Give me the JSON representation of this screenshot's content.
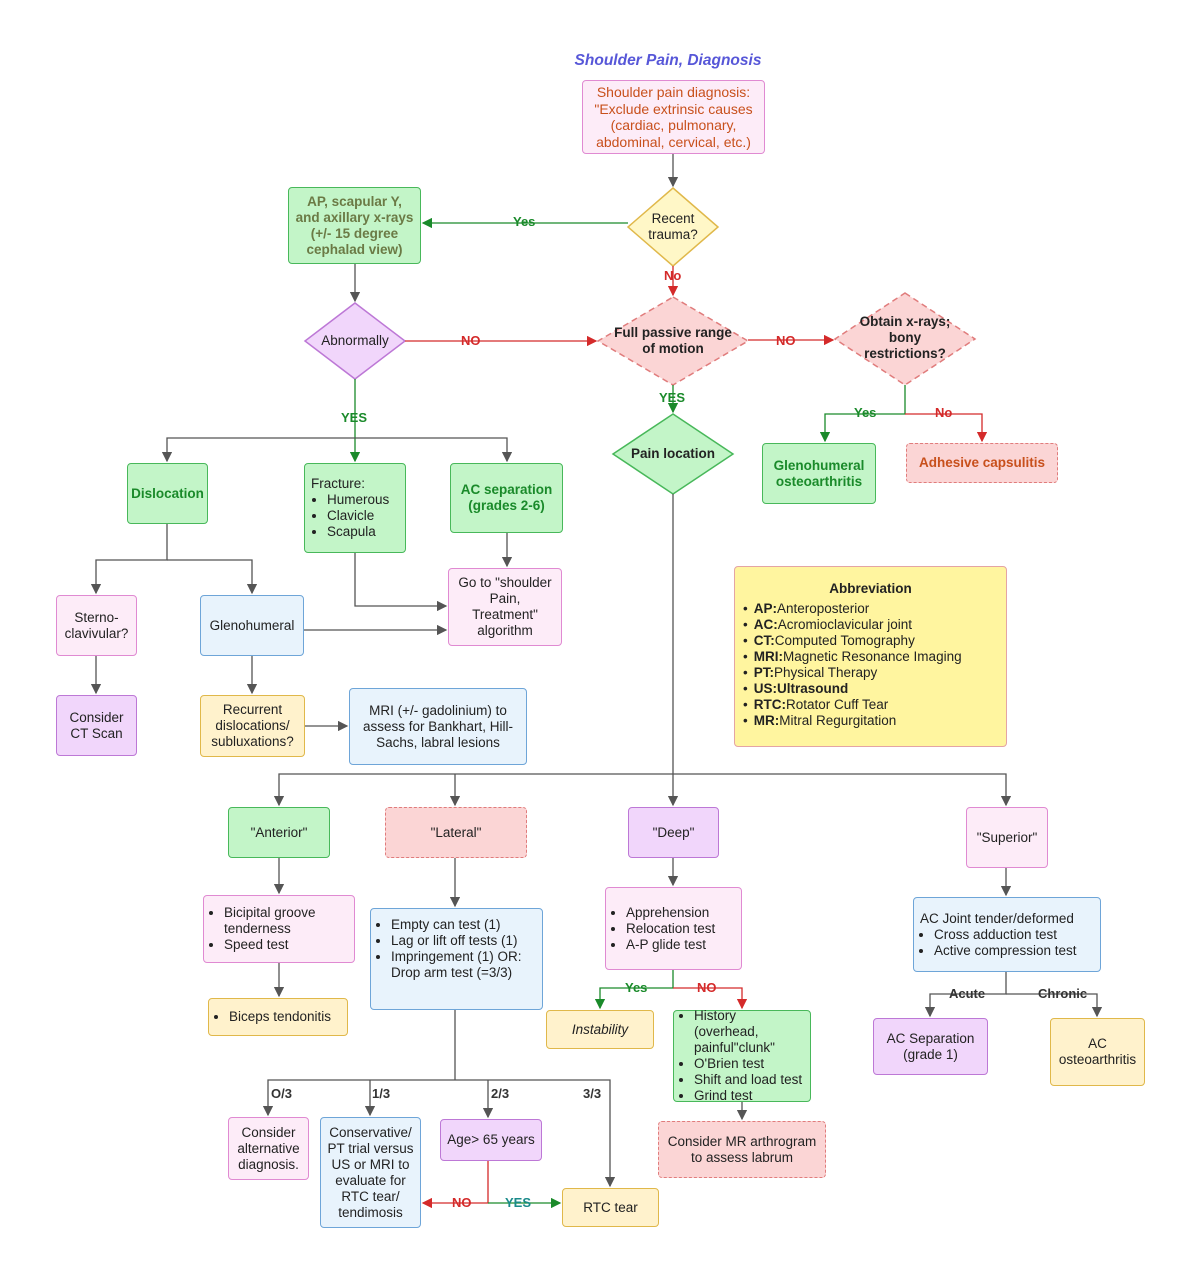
{
  "title": "Shoulder Pain, Diagnosis",
  "colors": {
    "green_fill": "#c3f5c8",
    "pink_fill": "#fdecf8",
    "purple_fill": "#f1d6fb",
    "blue_fill": "#e8f3fc",
    "yellow_fill": "#fff2cc",
    "red_fill": "#fbd5d5",
    "yes_edge": "#1a8a2a",
    "no_edge": "#d42a2a"
  },
  "nodes": {
    "start": "Shoulder pain diagnosis: \"Exclude extrinsic causes (cardiac, pulmonary, abdominal, cervical, etc.)",
    "recent_trauma": "Recent trauma?",
    "xrays": "AP, scapular Y, and axillary x-rays (+/- 15 degree cephalad view)",
    "abnormally": "Abnormally",
    "full_passive": "Full passive range of motion",
    "obtain_xrays": "Obtain x-rays; bony restrictions?",
    "pain_location": "Pain location",
    "glenohumeral_oa": "Glenohumeral osteoarthritis",
    "adhesive": "Adhesive capsulitis",
    "dislocation": "Dislocation",
    "fracture_title": "Fracture:",
    "fracture_items": [
      "Humerous",
      "Clavicle",
      "Scapula"
    ],
    "ac_separation": "AC separation (grades 2-6)",
    "goto": "Go to \"shoulder Pain, Treatment\" algorithm",
    "sterno": "Sterno-clavivular?",
    "glenohumeral": "Glenohumeral",
    "consider_ct": "Consider CT Scan",
    "recurrent": "Recurrent dislocations/ subluxations?",
    "mri": "MRI (+/- gadolinium) to assess for Bankhart, Hill-Sachs, labral lesions",
    "anterior": "\"Anterior\"",
    "lateral": "\"Lateral\"",
    "deep": "\"Deep\"",
    "superior": "\"Superior\"",
    "anterior_tests": [
      "Bicipital groove tenderness",
      "Speed test"
    ],
    "biceps": "Biceps tendonitis",
    "lateral_tests": [
      "Empty can test (1)",
      "Lag or lift off tests (1)",
      "Impringement (1) OR: Drop arm test (=3/3)"
    ],
    "deep_tests": [
      "Apprehension",
      "Relocation test",
      "A-P glide test"
    ],
    "instability": "Instability",
    "history_tests": [
      "History (overhead, painful\"clunk\"",
      "O'Brien test",
      "Shift and load test",
      "Grind test"
    ],
    "mr_arthrogram": "Consider MR arthrogram to assess labrum",
    "ac_joint_title": "AC Joint tender/deformed",
    "ac_joint_tests": [
      "Cross adduction test",
      "Active compression test"
    ],
    "ac_sep_grade1": "AC Separation (grade 1)",
    "ac_oa": "AC osteoarthritis",
    "consider_alt": "Consider alternative diagnosis.",
    "conservative": "Conservative/ PT trial versus US or MRI to evaluate for RTC tear/ tendimosis",
    "age": "Age> 65 years",
    "rtc_tear": "RTC tear"
  },
  "edge_labels": {
    "yes_trauma": "Yes",
    "no_trauma": "No",
    "no_abnormal": "NO",
    "yes_abnormal": "YES",
    "no_rom": "NO",
    "yes_rom": "YES",
    "yes_bony": "Yes",
    "no_bony": "No",
    "yes_deep": "Yes",
    "no_deep": "NO",
    "acute": "Acute",
    "chronic": "Chronic",
    "o3": "O/3",
    "one3": "1/3",
    "two3": "2/3",
    "three3": "3/3",
    "no_age": "NO",
    "yes_age": "YES"
  },
  "abbreviation": {
    "title": "Abbreviation",
    "items": [
      {
        "abbr": "AP:",
        "full": "Anteroposterior"
      },
      {
        "abbr": "AC:",
        "full": "Acromioclavicular joint"
      },
      {
        "abbr": "CT:",
        "full": "Computed Tomography"
      },
      {
        "abbr": "MRI:",
        "full": "Magnetic Resonance Imaging"
      },
      {
        "abbr": "PT:",
        "full": "Physical Therapy"
      },
      {
        "abbr": "US:",
        "full": "Ultrasound"
      },
      {
        "abbr": "RTC:",
        "full": "Rotator Cuff Tear"
      },
      {
        "abbr": "MR:",
        "full": "Mitral Regurgitation"
      }
    ]
  }
}
